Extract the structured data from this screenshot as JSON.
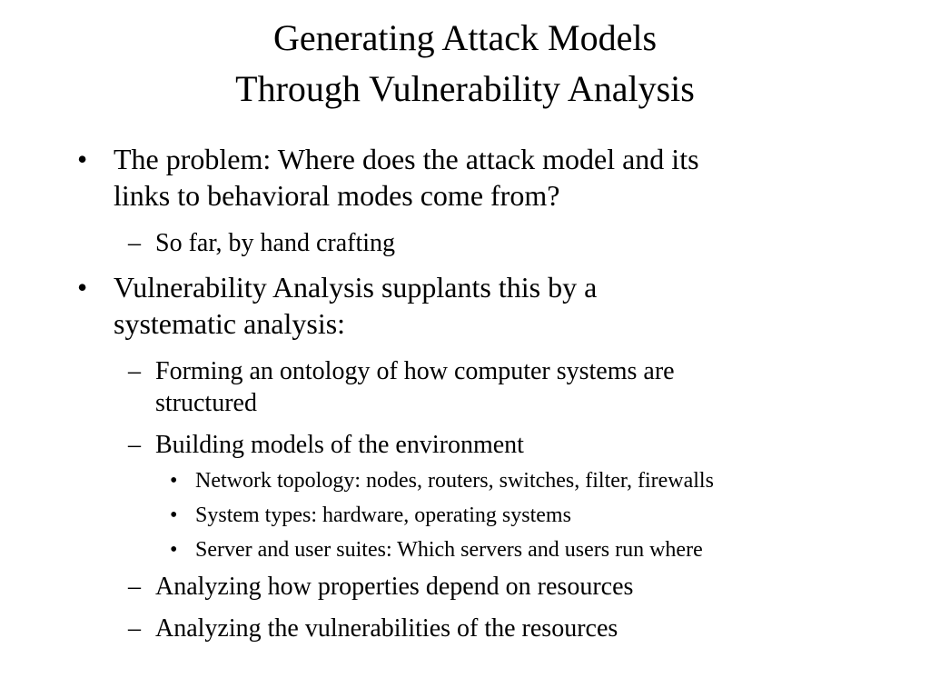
{
  "slide": {
    "title_line1": "Generating Attack Models",
    "title_line2": "Through Vulnerability Analysis",
    "bullets": [
      {
        "marker": "•",
        "line1": "The problem: Where does the attack model and its",
        "line2": "links to behavioral modes come from?",
        "subs": [
          {
            "marker": "–",
            "text": "So far, by hand crafting"
          }
        ]
      },
      {
        "marker": "•",
        "line1": "Vulnerability Analysis supplants this by a",
        "line2": "systematic analysis:",
        "subs": [
          {
            "marker": "–",
            "line1": "Forming an ontology of how computer systems are",
            "line2": "structured"
          },
          {
            "marker": "–",
            "text": "Building models of the environment",
            "subs": [
              {
                "marker": "•",
                "text": "Network topology: nodes, routers, switches, filter, firewalls"
              },
              {
                "marker": "•",
                "text": "System types: hardware, operating systems"
              },
              {
                "marker": "•",
                "text": "Server and user suites: Which servers and users run where"
              }
            ]
          },
          {
            "marker": "–",
            "text": "Analyzing how properties depend on resources"
          },
          {
            "marker": "–",
            "text": "Analyzing the vulnerabilities of the resources"
          }
        ]
      }
    ]
  }
}
